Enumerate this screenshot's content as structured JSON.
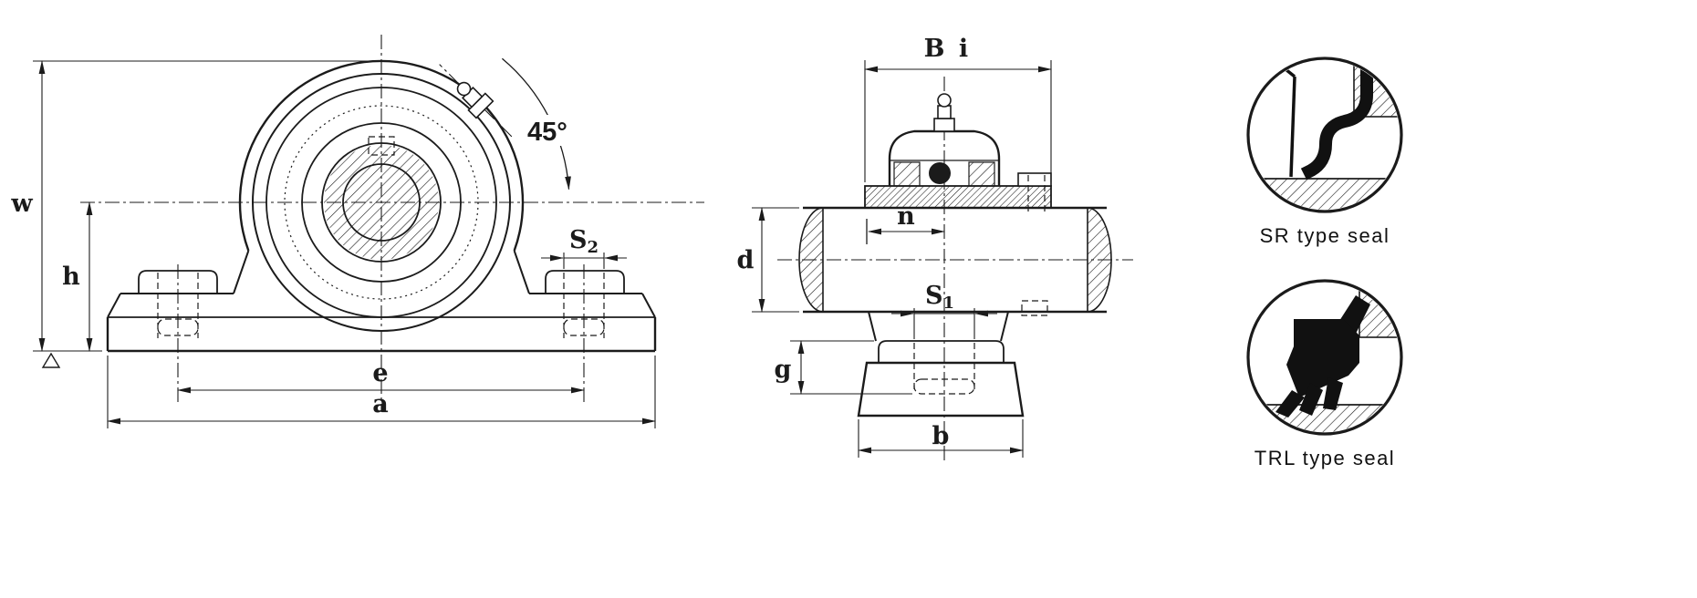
{
  "front_view": {
    "labels": {
      "w": "w",
      "h": "h",
      "angle": "45°",
      "s2_base": "S",
      "s2_sub": "2",
      "e": "e",
      "a": "a"
    }
  },
  "side_view": {
    "labels": {
      "B": "B",
      "i": "i",
      "n": "n",
      "d": "d",
      "s1_base": "S",
      "s1_sub": "1",
      "g": "g",
      "b": "b"
    }
  },
  "seals": [
    {
      "caption": "SR type seal"
    },
    {
      "caption": "TRL type seal"
    }
  ],
  "colors": {
    "ink": "#1b1b1b",
    "background": "#ffffff"
  }
}
